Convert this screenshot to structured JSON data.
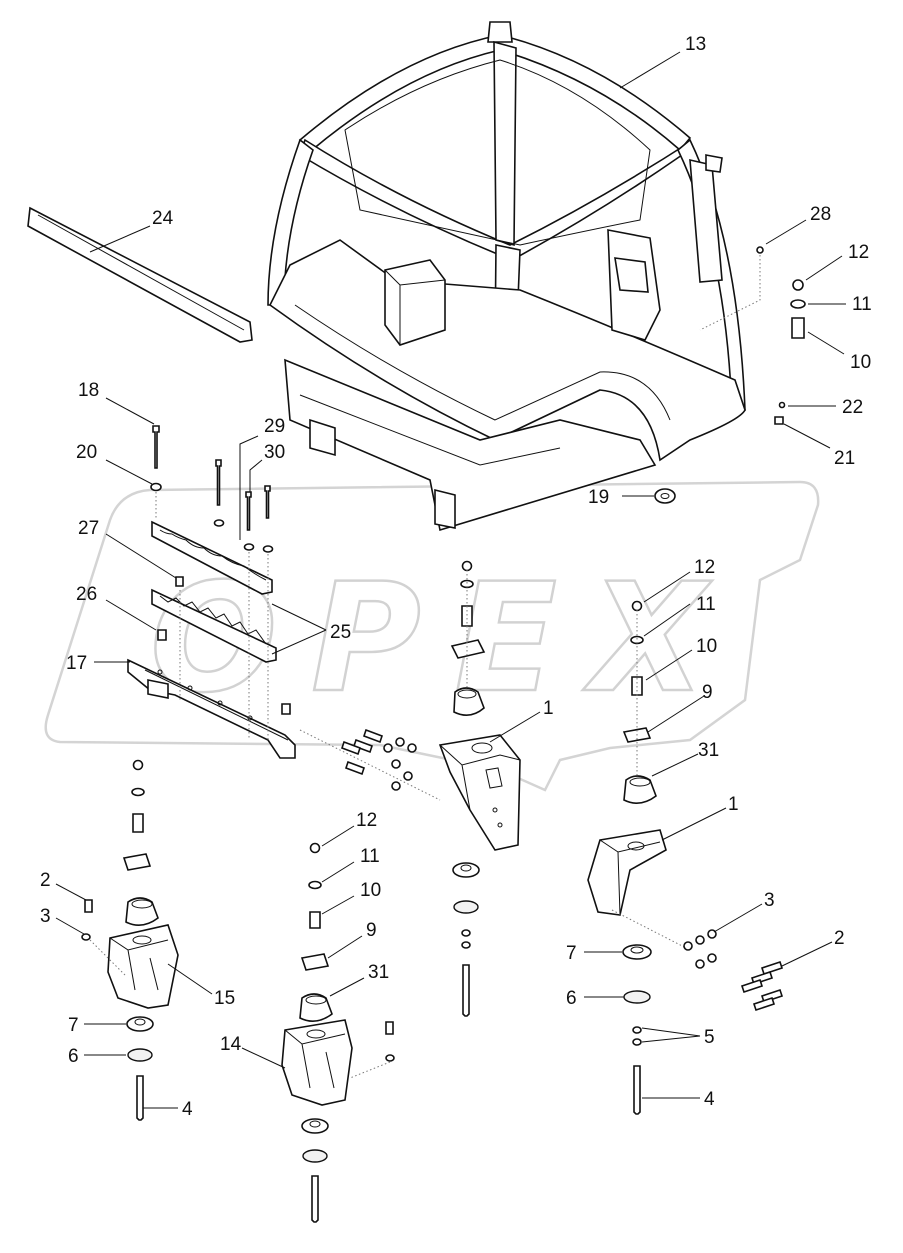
{
  "diagram": {
    "watermark": "OPEX",
    "callouts": [
      {
        "label": "13"
      },
      {
        "label": "24"
      },
      {
        "label": "28"
      },
      {
        "label": "12"
      },
      {
        "label": "11"
      },
      {
        "label": "10"
      },
      {
        "label": "22"
      },
      {
        "label": "21"
      },
      {
        "label": "18"
      },
      {
        "label": "29"
      },
      {
        "label": "30"
      },
      {
        "label": "20"
      },
      {
        "label": "19"
      },
      {
        "label": "27"
      },
      {
        "label": "26"
      },
      {
        "label": "25"
      },
      {
        "label": "17"
      },
      {
        "label": "12"
      },
      {
        "label": "11"
      },
      {
        "label": "10"
      },
      {
        "label": "9"
      },
      {
        "label": "1"
      },
      {
        "label": "31"
      },
      {
        "label": "1"
      },
      {
        "label": "12"
      },
      {
        "label": "11"
      },
      {
        "label": "10"
      },
      {
        "label": "9"
      },
      {
        "label": "31"
      },
      {
        "label": "2"
      },
      {
        "label": "3"
      },
      {
        "label": "15"
      },
      {
        "label": "7"
      },
      {
        "label": "6"
      },
      {
        "label": "4"
      },
      {
        "label": "14"
      },
      {
        "label": "3"
      },
      {
        "label": "2"
      },
      {
        "label": "7"
      },
      {
        "label": "6"
      },
      {
        "label": "5"
      },
      {
        "label": "4"
      }
    ]
  }
}
